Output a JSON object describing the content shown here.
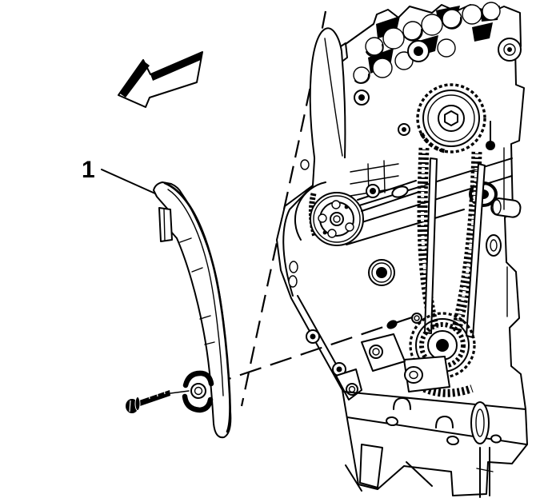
{
  "figure": {
    "type": "service-manual-illustration",
    "colors": {
      "background": "#ffffff",
      "ink": "#000000"
    },
    "callouts": [
      {
        "label": "1",
        "target": "timing-chain-guide"
      }
    ],
    "elements": {
      "arrow": "direction-arrow",
      "part": "timing-chain-guide",
      "fastener": "guide-bolt",
      "axis": "installation-axis-dashed-line",
      "reference": "alignment-dashed-line",
      "assembly": "engine-front-assembly"
    }
  }
}
